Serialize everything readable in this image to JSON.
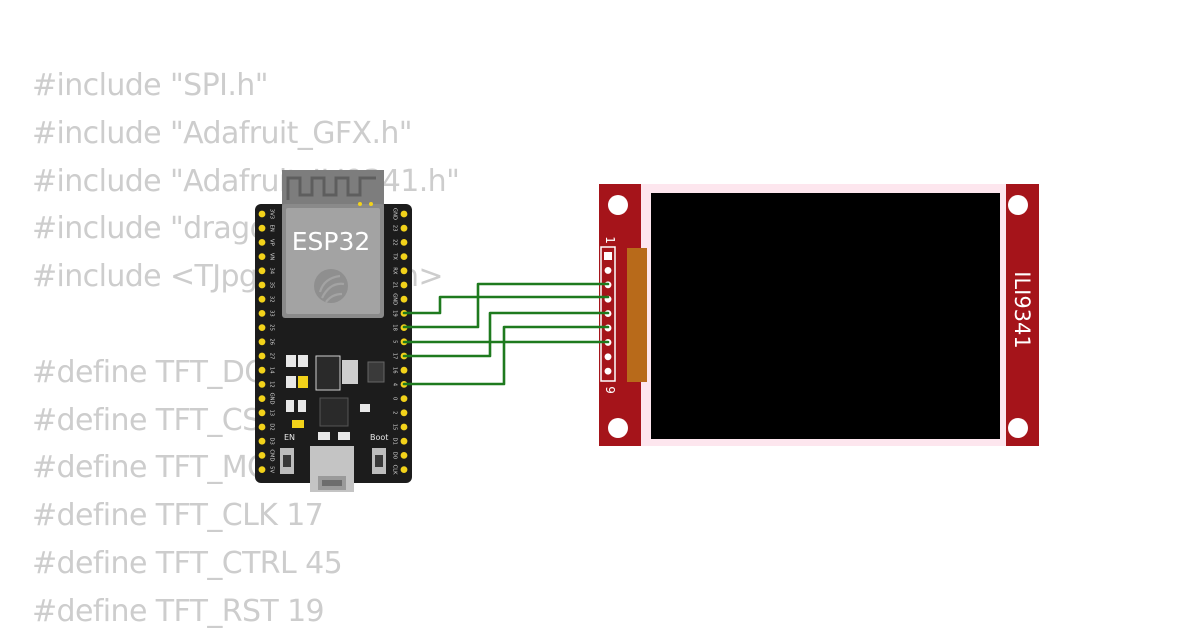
{
  "code_lines": [
    "#include \"SPI.h\"",
    "#include \"Adafruit_GFX.h\"",
    "#include \"Adafruit_ILI9341.h\"",
    "#include \"dragon.h\"",
    "#include <TJpg_Decoder.h>",
    "",
    "#define TFT_DC 2",
    "#define TFT_CS 15",
    "#define TFT_MOSI 23",
    "#define TFT_CLK 17",
    "#define TFT_CTRL 45",
    "#define TFT_RST 19"
  ],
  "esp32": {
    "module_label": "ESP32",
    "btn_en_label": "EN",
    "btn_boot_label": "Boot",
    "left_pins": [
      "3V3",
      "EN",
      "VP",
      "VN",
      "34",
      "35",
      "32",
      "33",
      "25",
      "26",
      "27",
      "14",
      "12",
      "GND",
      "13",
      "D2",
      "D3",
      "CMD",
      "5V"
    ],
    "right_pins": [
      "GND",
      "23",
      "22",
      "TX",
      "RX",
      "21",
      "GND",
      "19",
      "18",
      "5",
      "17",
      "16",
      "4",
      "0",
      "2",
      "15",
      "D1",
      "D0",
      "CLK"
    ]
  },
  "display": {
    "label": "ILI9341",
    "pin_first": "1",
    "pin_last": "9"
  },
  "colors": {
    "board": "#1c1c1c",
    "pin": "#f2d21a",
    "module": "#8a8a8a",
    "module_lid": "#a3a3a3",
    "pcb_red": "#a5141a",
    "wire": "#1e7a1e",
    "screen": "#000000",
    "connector": "#b86a1a"
  }
}
